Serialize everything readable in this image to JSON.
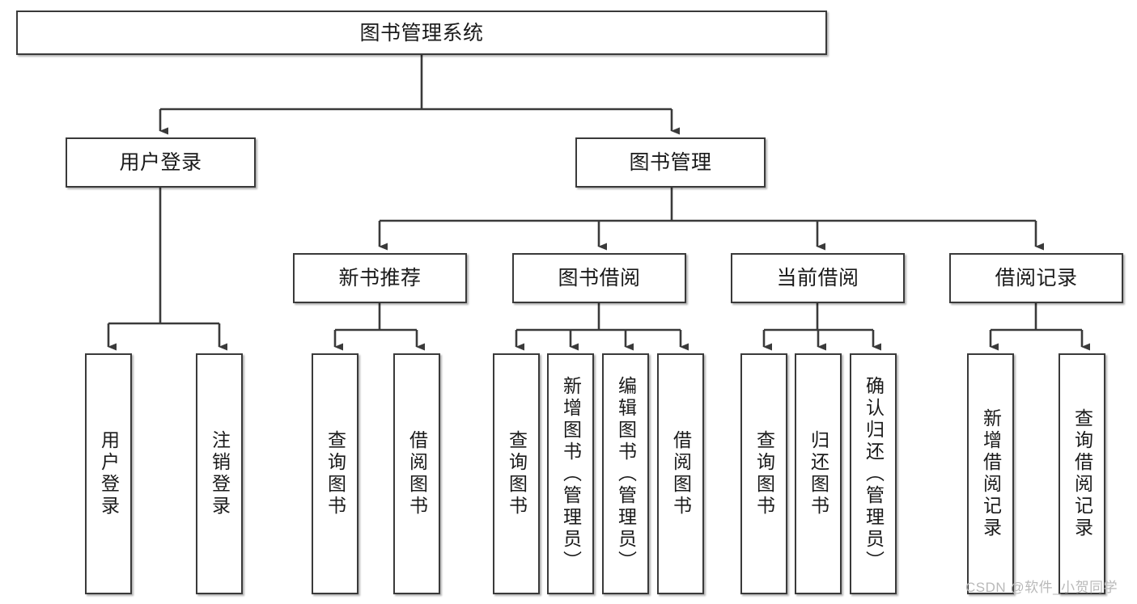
{
  "diagram": {
    "title": "图书管理系统",
    "type": "tree-hierarchy",
    "background_color": "#ffffff",
    "border_color": "#3a3a3a",
    "text_color": "#1a1a1a"
  },
  "root": {
    "label": "图书管理系统"
  },
  "tier1": [
    {
      "label": "用户登录"
    },
    {
      "label": "图书管理"
    }
  ],
  "tier2": [
    {
      "label": "新书推荐"
    },
    {
      "label": "图书借阅"
    },
    {
      "label": "当前借阅"
    },
    {
      "label": "借阅记录"
    }
  ],
  "leaves": {
    "user_login": [
      {
        "label": "用户登录"
      },
      {
        "label": "注销登录"
      }
    ],
    "new_book_recommend": [
      {
        "label": "查询图书"
      },
      {
        "label": "借阅图书"
      }
    ],
    "book_borrow": [
      {
        "label": "查询图书"
      },
      {
        "label": "新增图书（管理员）"
      },
      {
        "label": "编辑图书（管理员）"
      },
      {
        "label": "借阅图书"
      }
    ],
    "current_borrow": [
      {
        "label": "查询图书"
      },
      {
        "label": "归还图书"
      },
      {
        "label": "确认归还（管理员）"
      }
    ],
    "borrow_record": [
      {
        "label": "新增借阅记录"
      },
      {
        "label": "查询借阅记录"
      }
    ]
  },
  "watermark": {
    "text": "CSDN @软件_小贺同学",
    "color": "#b9b9b9"
  }
}
